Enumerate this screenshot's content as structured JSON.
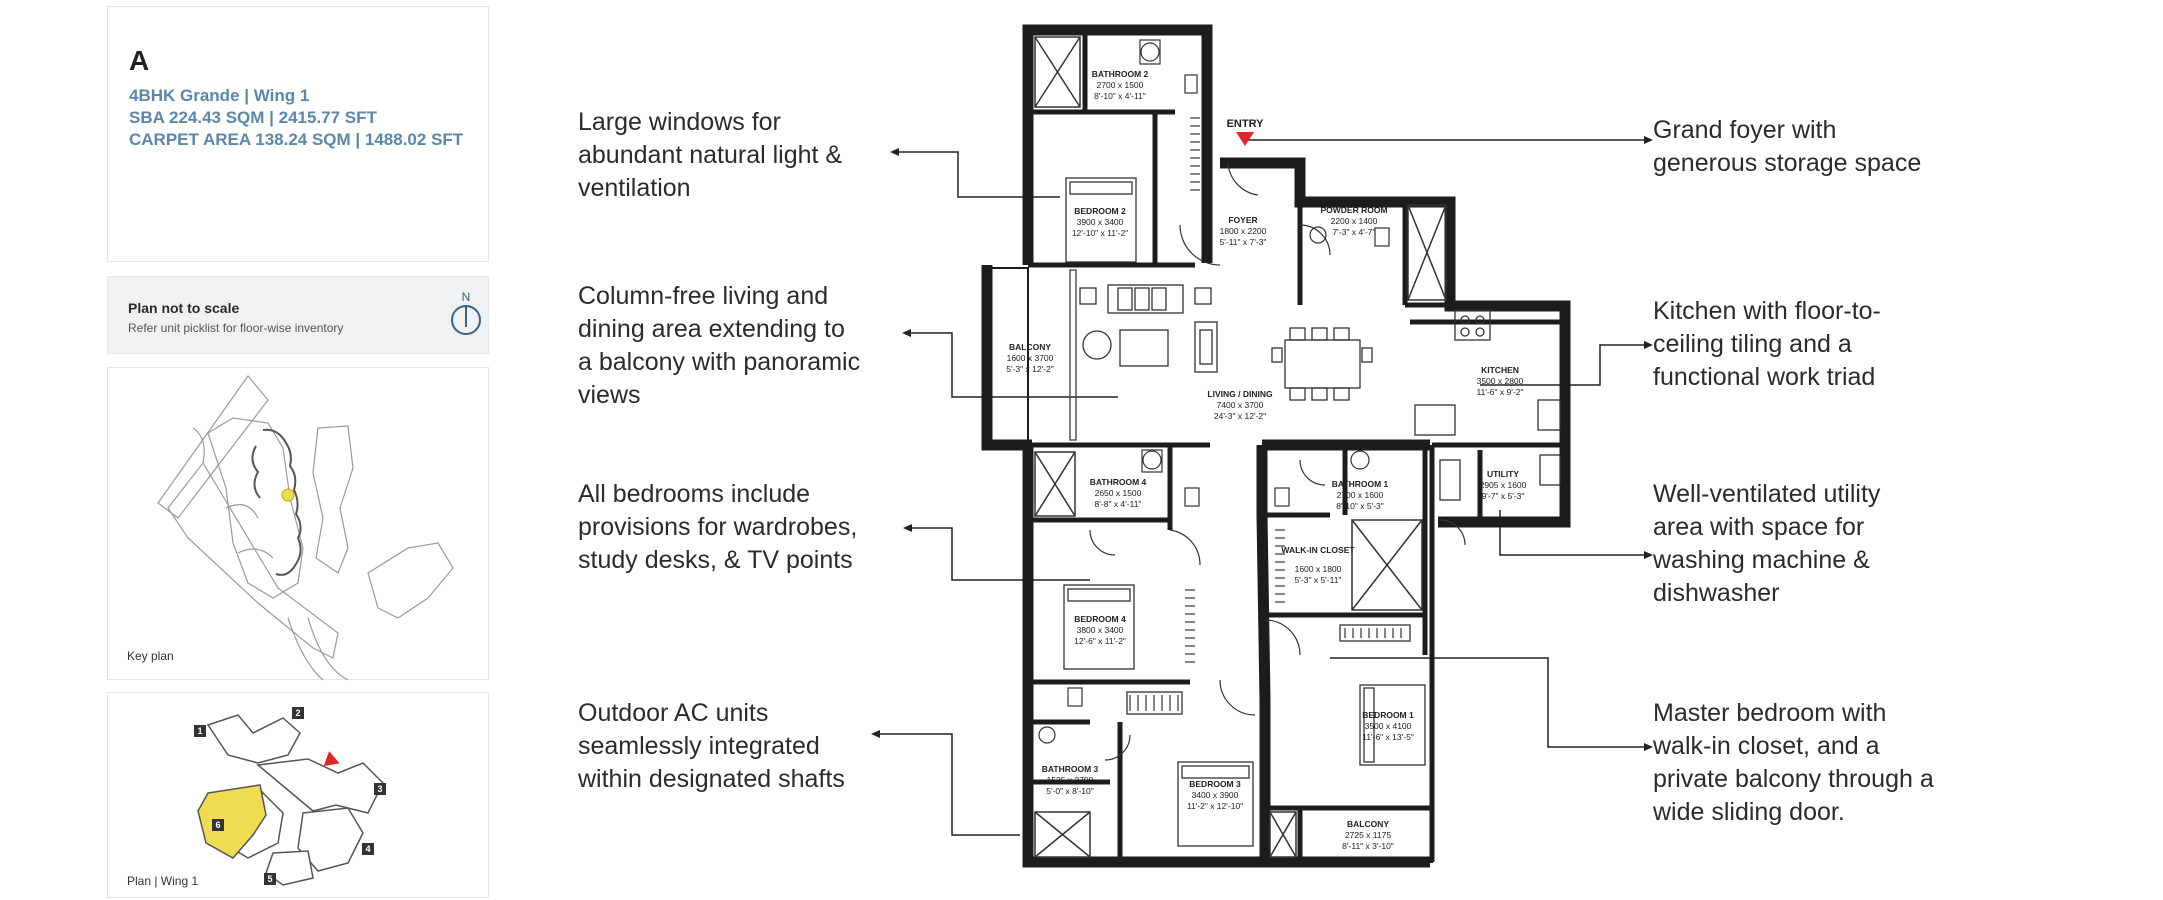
{
  "unit": {
    "letter": "A",
    "type": "4BHK Grande | Wing 1",
    "sba": "SBA 224.43 SQM | 2415.77 SFT",
    "carpet": "CARPET AREA 138.24 SQM | 1488.02 SFT"
  },
  "scale_note": {
    "title": "Plan not to scale",
    "subtitle": "Refer unit picklist for floor-wise inventory",
    "north_label": "N"
  },
  "key_plan": {
    "caption": "Key plan"
  },
  "wing_plan": {
    "caption": "Plan | Wing 1",
    "blocks": [
      "1",
      "2",
      "3",
      "4",
      "5",
      "6"
    ]
  },
  "features_left": [
    {
      "lines": [
        "Large windows for",
        "abundant natural light &",
        "ventilation"
      ]
    },
    {
      "lines": [
        "Column-free living and",
        "dining area extending to",
        "a balcony with panoramic",
        "views"
      ]
    },
    {
      "lines": [
        "All bedrooms include",
        "provisions for wardrobes,",
        "study desks, & TV points"
      ]
    },
    {
      "lines": [
        "Outdoor AC units",
        "seamlessly integrated",
        "within designated shafts"
      ]
    }
  ],
  "features_right": [
    {
      "lines": [
        "Grand foyer with",
        "generous storage space"
      ]
    },
    {
      "lines": [
        "Kitchen with floor-to-",
        "ceiling tiling and a",
        "functional work triad"
      ]
    },
    {
      "lines": [
        "Well-ventilated utility",
        "area with space for",
        "washing machine &",
        "dishwasher"
      ]
    },
    {
      "lines": [
        "Master bedroom with",
        "walk-in closet, and a",
        "private balcony through a",
        "wide sliding door."
      ]
    }
  ],
  "plan": {
    "entry": "ENTRY",
    "rooms": [
      {
        "id": "bathroom-2",
        "name": "BATHROOM 2",
        "dim1": "2700 x 1500",
        "dim2": "8'-10\" x 4'-11\""
      },
      {
        "id": "bedroom-2",
        "name": "BEDROOM 2",
        "dim1": "3900 x 3400",
        "dim2": "12'-10\" x 11'-2\""
      },
      {
        "id": "foyer",
        "name": "FOYER",
        "dim1": "1800 x 2200",
        "dim2": "5'-11\" x 7'-3\""
      },
      {
        "id": "powder-room",
        "name": "POWDER ROOM",
        "dim1": "2200 x 1400",
        "dim2": "7'-3\" x 4'-7\""
      },
      {
        "id": "balcony-living",
        "name": "BALCONY",
        "dim1": "1600 x 3700",
        "dim2": "5'-3\" x 12'-2\""
      },
      {
        "id": "living-dining",
        "name": "LIVING / DINING",
        "dim1": "7400 x 3700",
        "dim2": "24'-3\" x 12'-2\""
      },
      {
        "id": "kitchen",
        "name": "KITCHEN",
        "dim1": "3500 x 2800",
        "dim2": "11'-6\" x 9'-2\""
      },
      {
        "id": "bathroom-4",
        "name": "BATHROOM 4",
        "dim1": "2650 x 1500",
        "dim2": "8'-8\" x 4'-11\""
      },
      {
        "id": "bathroom-1",
        "name": "BATHROOM 1",
        "dim1": "2700 x 1600",
        "dim2": "8'-10\" x 5'-3\""
      },
      {
        "id": "utility",
        "name": "UTILITY",
        "dim1": "2905 x 1600",
        "dim2": "9'-7\" x 5'-3\""
      },
      {
        "id": "walk-in-closet",
        "name": "WALK-IN CLOSET",
        "dim1": "1600 x 1800",
        "dim2": "5'-3\" x 5'-11\""
      },
      {
        "id": "bedroom-4",
        "name": "BEDROOM 4",
        "dim1": "3800 x 3400",
        "dim2": "12'-6\" x 11'-2\""
      },
      {
        "id": "bedroom-1",
        "name": "BEDROOM 1",
        "dim1": "3500 x 4100",
        "dim2": "11'-6\" x 13'-5\""
      },
      {
        "id": "bathroom-3",
        "name": "BATHROOM 3",
        "dim1": "1525 x 2700",
        "dim2": "5'-0\" x 8'-10\""
      },
      {
        "id": "bedroom-3",
        "name": "BEDROOM 3",
        "dim1": "3400 x 3900",
        "dim2": "11'-2\" x 12'-10\""
      },
      {
        "id": "balcony-master",
        "name": "BALCONY",
        "dim1": "2725 x 1175",
        "dim2": "8'-11\" x 3'-10\""
      }
    ]
  },
  "colors": {
    "accent_blue": "#5b87aa",
    "wall": "#1c1c1c",
    "highlight": "#f0dc50",
    "entry_marker": "#e0262b"
  }
}
